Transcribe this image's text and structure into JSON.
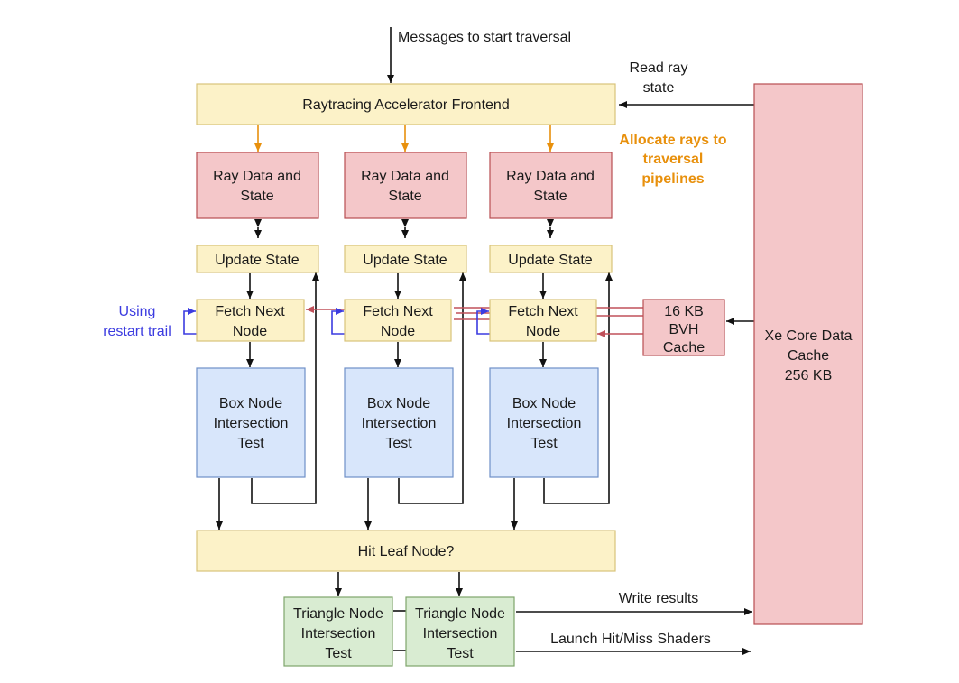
{
  "messages_label": "Messages to start traversal",
  "read_ray_state": [
    "Read ray",
    "state"
  ],
  "frontend_label": "Raytracing Accelerator Frontend",
  "allocate_label": [
    "Allocate rays to",
    "traversal",
    "pipelines"
  ],
  "ray_data_label": [
    "Ray Data and",
    "State"
  ],
  "update_state_label": "Update State",
  "fetch_next_label": [
    "Fetch Next",
    "Node"
  ],
  "using_restart_label": [
    "Using",
    "restart trail"
  ],
  "box_node_label": [
    "Box Node",
    "Intersection",
    "Test"
  ],
  "bvh_cache_label": [
    "16 KB",
    "BVH",
    "Cache"
  ],
  "xe_cache_label": [
    "Xe Core Data",
    "Cache",
    "256 KB"
  ],
  "hit_leaf_label": "Hit Leaf Node?",
  "triangle_label": [
    "Triangle Node",
    "Intersection",
    "Test"
  ],
  "write_results_label": "Write results",
  "launch_shaders_label": "Launch Hit/Miss Shaders",
  "colors": {
    "yellow_fill": "#fcf2c8",
    "yellow_stroke": "#d8c37a",
    "red_fill": "#f4c7c9",
    "red_stroke": "#b84e52",
    "blue_fill": "#d8e6fb",
    "blue_stroke": "#6f8fc7",
    "green_fill": "#d9ecd2",
    "green_stroke": "#7ea56c",
    "orange": "#e8900c",
    "restart_blue": "#3b3be0",
    "bvh_arrow": "#c0505a"
  }
}
